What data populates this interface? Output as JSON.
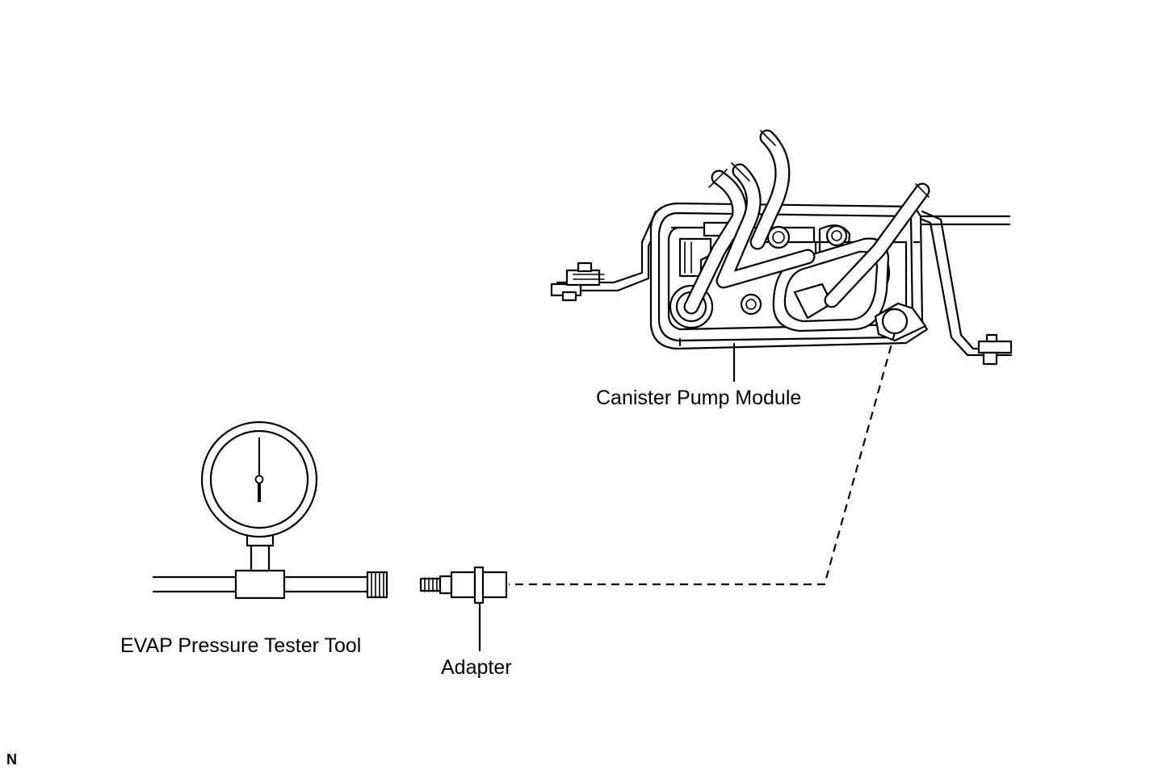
{
  "labels": {
    "canister_pump_module": "Canister Pump Module",
    "evap_pressure_tester_tool": "EVAP Pressure Tester Tool",
    "adapter": "Adapter",
    "figure_code": "N"
  },
  "colors": {
    "line": "#000000",
    "background": "#ffffff"
  }
}
